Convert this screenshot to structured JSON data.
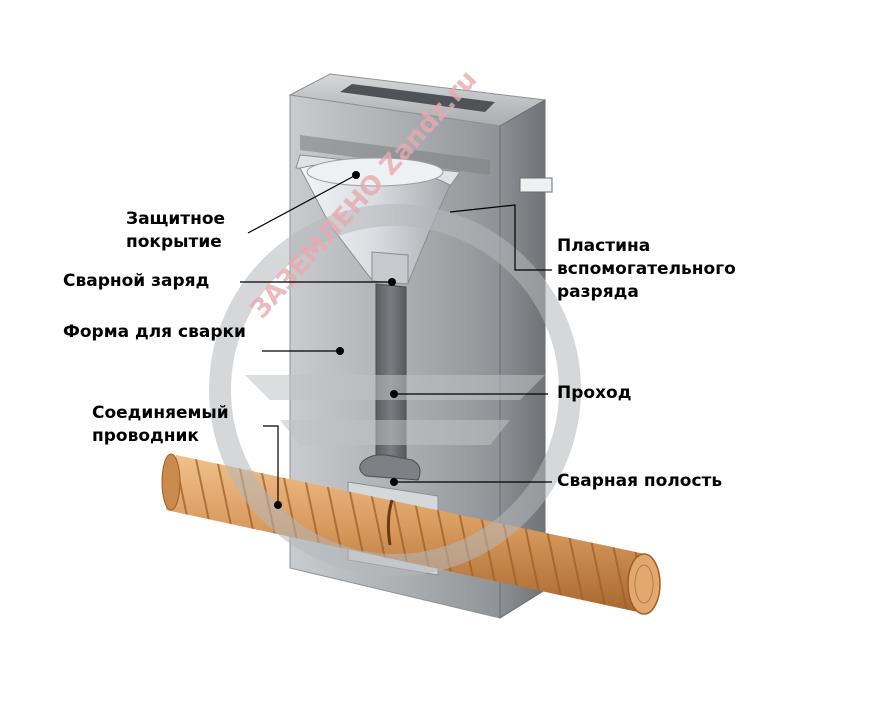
{
  "labels": {
    "protective_cover": [
      "Защитное",
      "покрытие"
    ],
    "weld_charge": "Сварной заряд",
    "mold": "Форма для сварки",
    "conductor": [
      "Соединяемый",
      "проводник"
    ],
    "ignition_plate": [
      "Пластина",
      "вспомогательного",
      "разряда"
    ],
    "passage": "Проход",
    "weld_cavity": "Сварная полость"
  },
  "watermark": "ЗАЗЕМЛЕНО Zandz.ru",
  "colors": {
    "mold_light": "#b9bcbf",
    "mold_mid": "#9a9ea2",
    "mold_dark": "#6f7377",
    "copper": "#d99b5e",
    "copper_dark": "#a8672f",
    "watermark": "#e8a9b0"
  }
}
